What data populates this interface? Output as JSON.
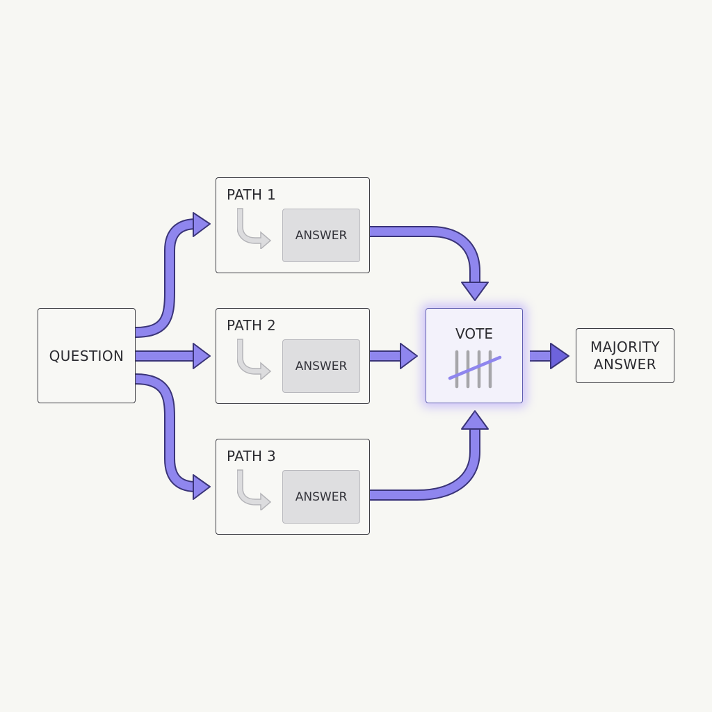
{
  "diagram": {
    "question_label": "QUESTION",
    "paths": [
      {
        "title": "PATH 1",
        "answer": "ANSWER"
      },
      {
        "title": "PATH 2",
        "answer": "ANSWER"
      },
      {
        "title": "PATH 3",
        "answer": "ANSWER"
      }
    ],
    "vote_label": "VOTE",
    "majority_label": "MAJORITY\nANSWER"
  },
  "colors": {
    "arrow_fill": "#8f86ee",
    "arrow_stroke": "#3a3478",
    "vote_glow": "#a08cff",
    "answer_fill": "#dedee0"
  },
  "icons": {
    "path_arrow": "curved-arrow-icon",
    "vote_tally": "tally-marks-icon"
  }
}
